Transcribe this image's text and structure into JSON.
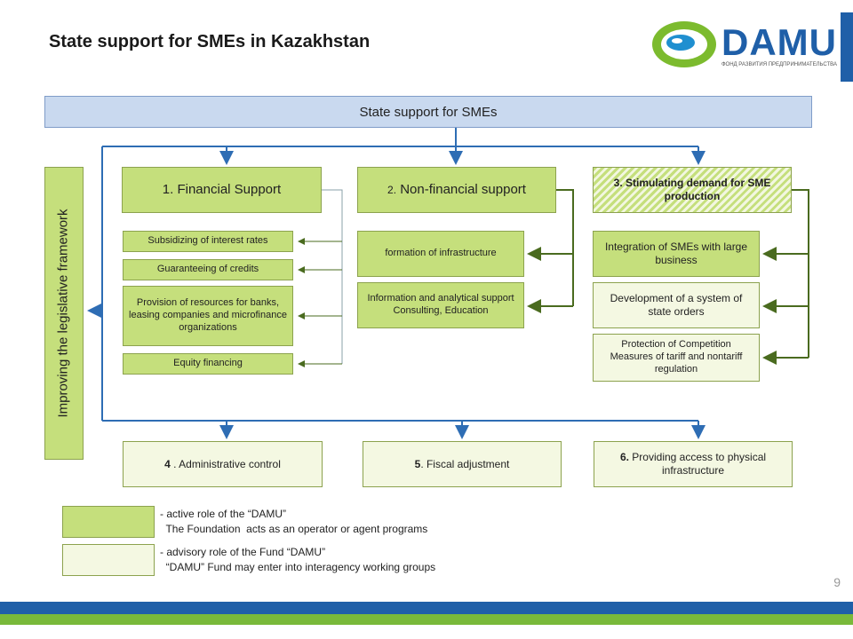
{
  "title": "State support for SMEs in Kazakhstan",
  "logo": {
    "name": "DAMU",
    "subtitle": "ФОНД РАЗВИТИЯ ПРЕДПРИНИМАТЕЛЬСТВА"
  },
  "banner": "State support for SMEs",
  "legislative": "Improving the legislative framework",
  "columns": [
    {
      "header": "1. Financial Support",
      "items": [
        "Subsidizing of interest rates",
        "Guaranteeing  of credits",
        "Provision of resources for banks, leasing companies and microfinance organizations",
        "Equity financing"
      ]
    },
    {
      "header_num": "2.",
      "header_text": " Non-financial support",
      "items": [
        "formation of infrastructure",
        "Information and analytical support\nConsulting, Education"
      ]
    },
    {
      "header": "3. Stimulating  demand for SME production",
      "items": [
        "Integration of SMEs with large business",
        "Development of a system of state orders",
        "Protection of Competition\nMeasures of tariff and nontariff regulation"
      ]
    }
  ],
  "bottom": [
    {
      "num": "4",
      "text": " . Administrative control"
    },
    {
      "num": "5",
      "text": ". Fiscal adjustment"
    },
    {
      "num": "6.",
      "text": " Providing access to physical infrastructure"
    }
  ],
  "legend": {
    "active": "- active role of the “DAMU”\n  The Foundation  acts as an operator or agent programs",
    "advisory": "- advisory role of the Fund “DAMU”\n  “DAMU” Fund may enter into interagency working groups"
  },
  "page_number": "9",
  "colors": {
    "active": "#c5df7c",
    "advisory": "#f4f8e2",
    "banner": "#c9d9ef",
    "arrow": "#2e6db4",
    "connector": "#4a6b1f"
  }
}
